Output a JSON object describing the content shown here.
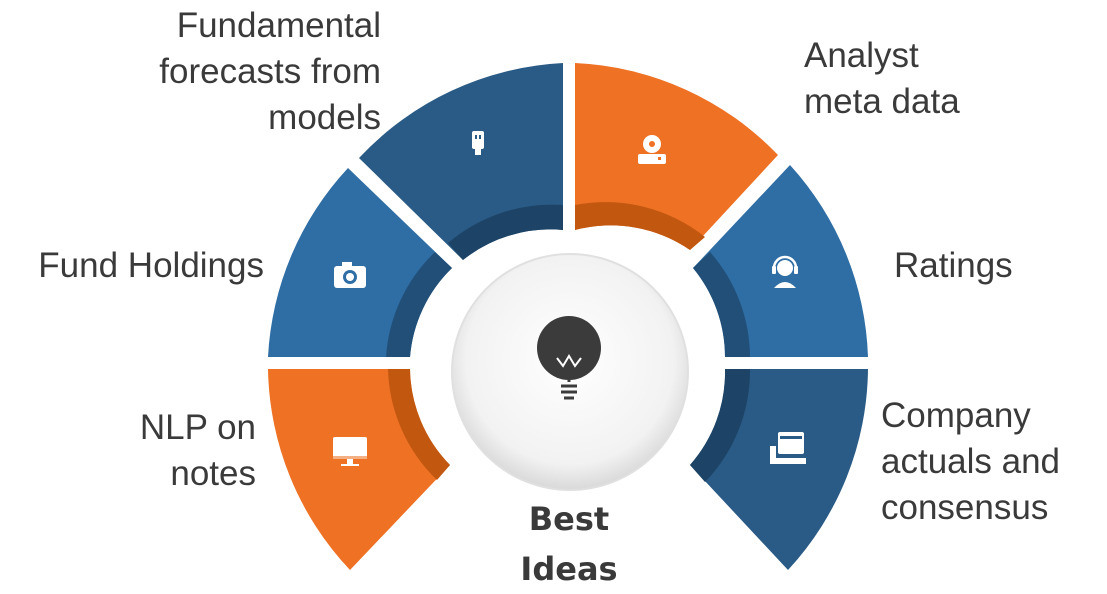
{
  "center": {
    "line1": "Best",
    "line2": "Ideas",
    "icon": "lightbulb-icon"
  },
  "segments": [
    {
      "id": "fundamental",
      "lines": [
        "Fundamental",
        "forecasts from",
        "models"
      ],
      "icon": "usb-drive-icon",
      "color": "#2a5b86"
    },
    {
      "id": "analyst",
      "lines": [
        "Analyst",
        "meta data"
      ],
      "icon": "disc-drive-icon",
      "color": "#ee7124"
    },
    {
      "id": "fund-holdings",
      "lines": [
        "Fund Holdings"
      ],
      "icon": "camera-icon",
      "color": "#2f6ea5"
    },
    {
      "id": "ratings",
      "lines": [
        "Ratings"
      ],
      "icon": "headset-user-icon",
      "color": "#2f6ea5"
    },
    {
      "id": "nlp",
      "lines": [
        "NLP on",
        "notes"
      ],
      "icon": "monitor-icon",
      "color": "#ee7124"
    },
    {
      "id": "company",
      "lines": [
        "Company",
        "actuals and",
        "consensus"
      ],
      "icon": "computer-icon",
      "color": "#2a5b86"
    }
  ]
}
